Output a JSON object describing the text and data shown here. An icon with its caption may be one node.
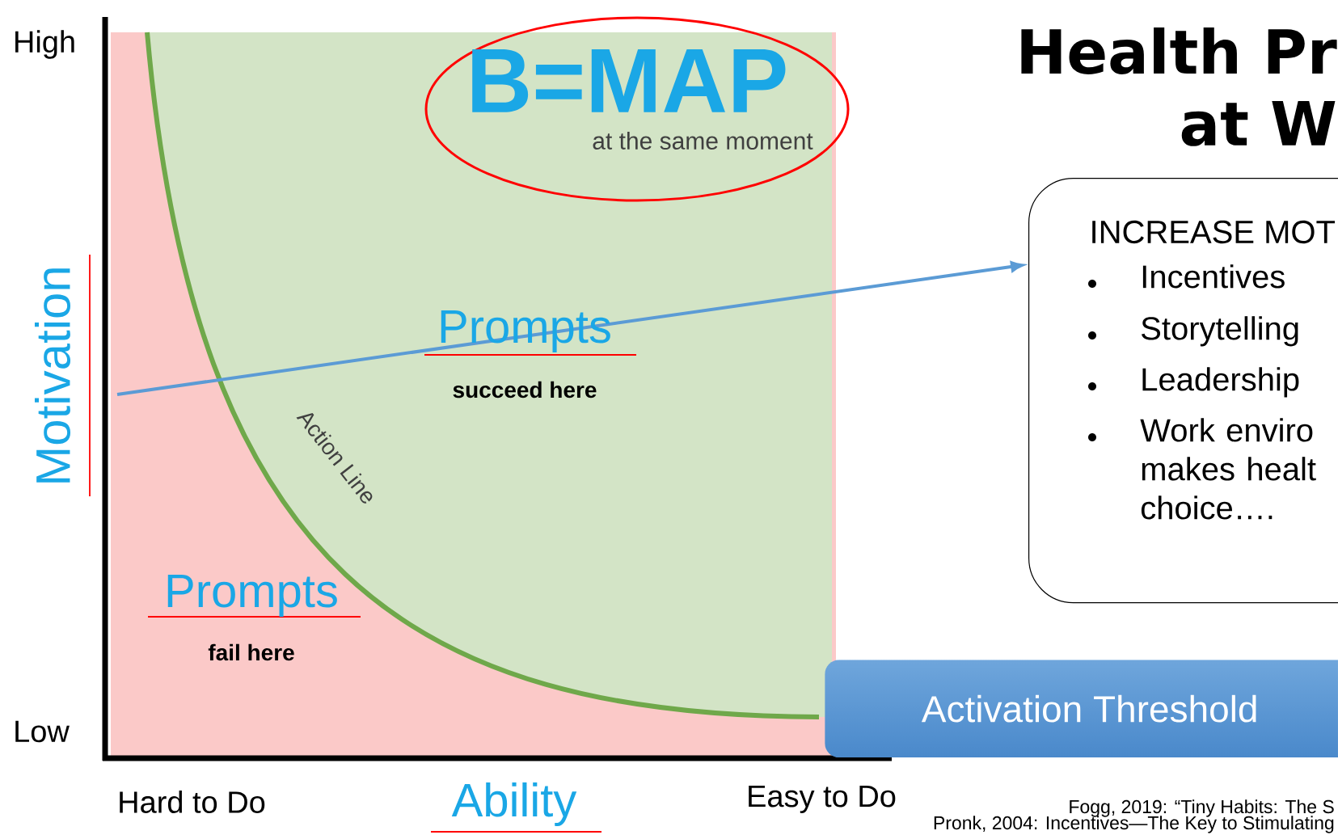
{
  "diagram": {
    "nodes": [
      {
        "text": [
          "B=MAP",
          "at the same moment"
        ]
      },
      {
        "text": [
          "INCREASE MOT",
          "Incentives",
          "Storytelling",
          "Leadership",
          "Work enviro makes healt choice…."
        ]
      },
      {
        "text": [
          "Activation Threshold"
        ]
      }
    ],
    "edges": [
      {
        "from": null,
        "to": 1,
        "arrow": "to"
      }
    ],
    "labels": [
      "High",
      "Health Pr",
      "at W",
      "Motivation",
      "Prompts",
      "succeed here",
      "Action Line",
      "Prompts",
      "fail here",
      "Low",
      "Hard to Do",
      "Ability",
      "Easy to Do",
      "Fogg, 2019: “Tiny Habits: The S",
      "Pronk, 2004: Incentives—The Key to Stimulating"
    ]
  }
}
